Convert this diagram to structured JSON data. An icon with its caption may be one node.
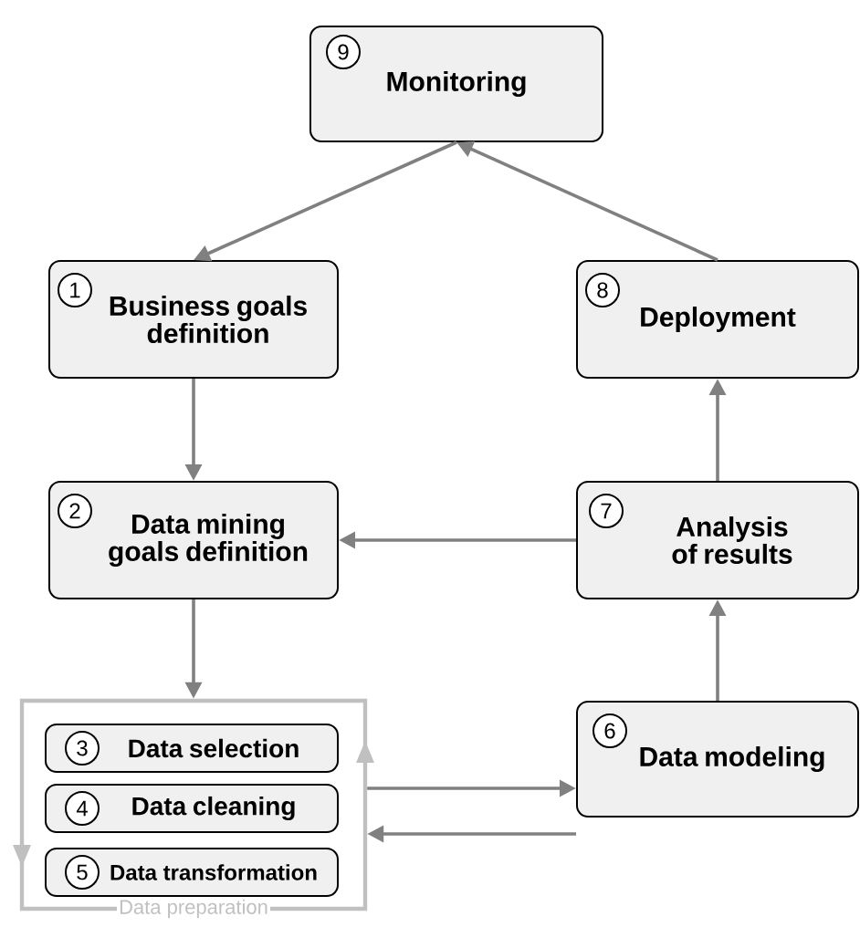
{
  "diagram": {
    "nodes": [
      {
        "text": [
          "9",
          "Monitoring"
        ]
      },
      {
        "text": [
          "1",
          "Business goals definition"
        ]
      },
      {
        "text": [
          "2",
          "Data mining goals definition"
        ]
      },
      {
        "text": [
          "Data preparation"
        ]
      },
      {
        "text": [
          "3",
          "Data selection"
        ],
        "in": 3
      },
      {
        "text": [
          "4",
          "Data cleaning"
        ],
        "in": 3
      },
      {
        "text": [
          "5",
          "Data transformation"
        ],
        "in": 3
      },
      {
        "text": [
          "6",
          "Data modeling"
        ]
      },
      {
        "text": [
          "7",
          "Analysis of results"
        ]
      },
      {
        "text": [
          "8",
          "Deployment"
        ]
      }
    ],
    "edges": [
      {
        "from": 0,
        "to": 1,
        "arrow": "to"
      },
      {
        "from": 1,
        "to": 2,
        "arrow": "to"
      },
      {
        "from": 2,
        "to": 3,
        "arrow": "to"
      },
      {
        "from": 3,
        "to": 7,
        "arrow": "to"
      },
      {
        "from": 7,
        "to": 3,
        "arrow": "to"
      },
      {
        "from": 7,
        "to": 8,
        "arrow": "to"
      },
      {
        "from": 8,
        "to": 2,
        "arrow": "to"
      },
      {
        "from": 8,
        "to": 9,
        "arrow": "to"
      },
      {
        "from": 9,
        "to": 0,
        "arrow": "to"
      }
    ]
  }
}
